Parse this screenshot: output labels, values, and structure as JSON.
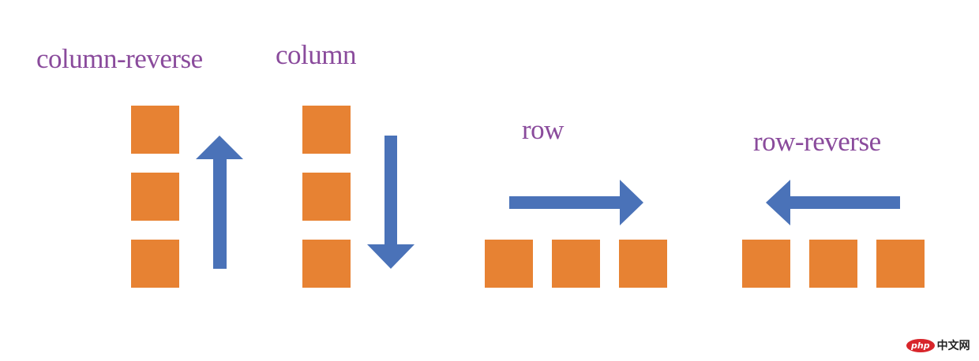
{
  "labels": {
    "column_reverse": "column-reverse",
    "column": "column",
    "row": "row",
    "row_reverse": "row-reverse"
  },
  "watermark": {
    "logo": "php",
    "text": "中文网"
  },
  "colors": {
    "box": "#e78233",
    "arrow": "#4a72b8",
    "label": "#8a4b9c"
  }
}
